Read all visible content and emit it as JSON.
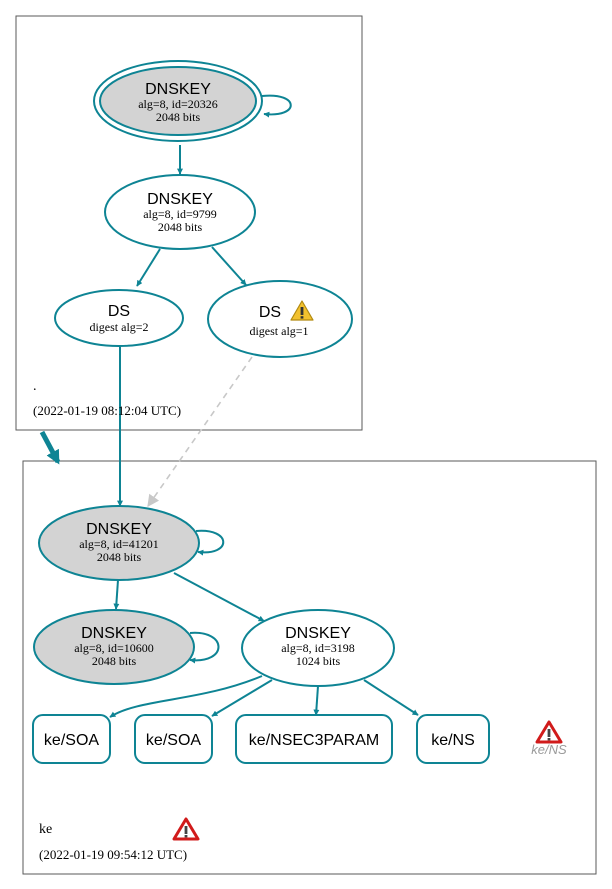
{
  "colors": {
    "edge": "#0e8494",
    "ksk_fill": "#d3d3d3",
    "zsk_fill": "#ffffff",
    "dashed_edge": "#c8c8c8",
    "warning_yellow": "#f2c12e",
    "error_red": "#d11b1b",
    "missing_text": "#9a9a9a"
  },
  "root_zone": {
    "name": ".",
    "timestamp": "(2022-01-19 08:12:04 UTC)",
    "ksk": {
      "title": "DNSKEY",
      "params": "alg=8, id=20326",
      "size": "2048 bits"
    },
    "zsk": {
      "title": "DNSKEY",
      "params": "alg=8, id=9799",
      "size": "2048 bits"
    },
    "ds1": {
      "title": "DS",
      "digest": "digest alg=2"
    },
    "ds2": {
      "title": "DS",
      "digest": "digest alg=1",
      "status_icon": "warning-icon"
    }
  },
  "ke_zone": {
    "name": "ke",
    "timestamp": "(2022-01-19 09:54:12 UTC)",
    "status_icon": "error-icon",
    "ksk1": {
      "title": "DNSKEY",
      "params": "alg=8, id=41201",
      "size": "2048 bits"
    },
    "ksk2": {
      "title": "DNSKEY",
      "params": "alg=8, id=10600",
      "size": "2048 bits"
    },
    "zsk": {
      "title": "DNSKEY",
      "params": "alg=8, id=3198",
      "size": "1024 bits"
    },
    "records": [
      "ke/SOA",
      "ke/SOA",
      "ke/NSEC3PARAM",
      "ke/NS"
    ],
    "missing_record": {
      "label": "ke/NS",
      "status_icon": "error-icon"
    }
  }
}
